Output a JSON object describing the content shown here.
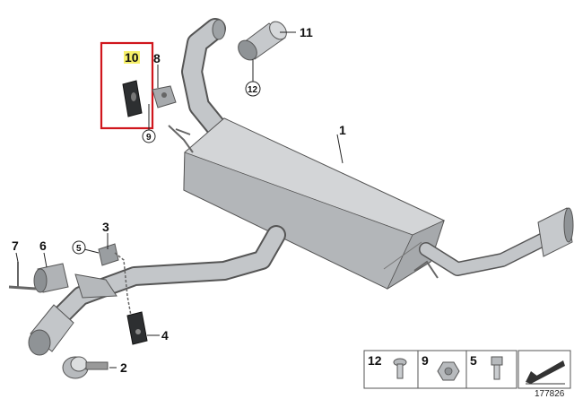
{
  "callouts": {
    "p1": "1",
    "p2": "2",
    "p3": "3",
    "p4": "4",
    "p5": "5",
    "p6": "6",
    "p7": "7",
    "p8": "8",
    "p9": "9",
    "p10": "10",
    "p11": "11",
    "p12": "12"
  },
  "legend": {
    "a": "12",
    "b": "9",
    "c": "5"
  },
  "diagram_ref": "177826",
  "colors": {
    "highlight_box": "#d0161d",
    "highlight_label": "#f6f06a",
    "pipe": "#b9bcbf",
    "outline": "#555555"
  }
}
